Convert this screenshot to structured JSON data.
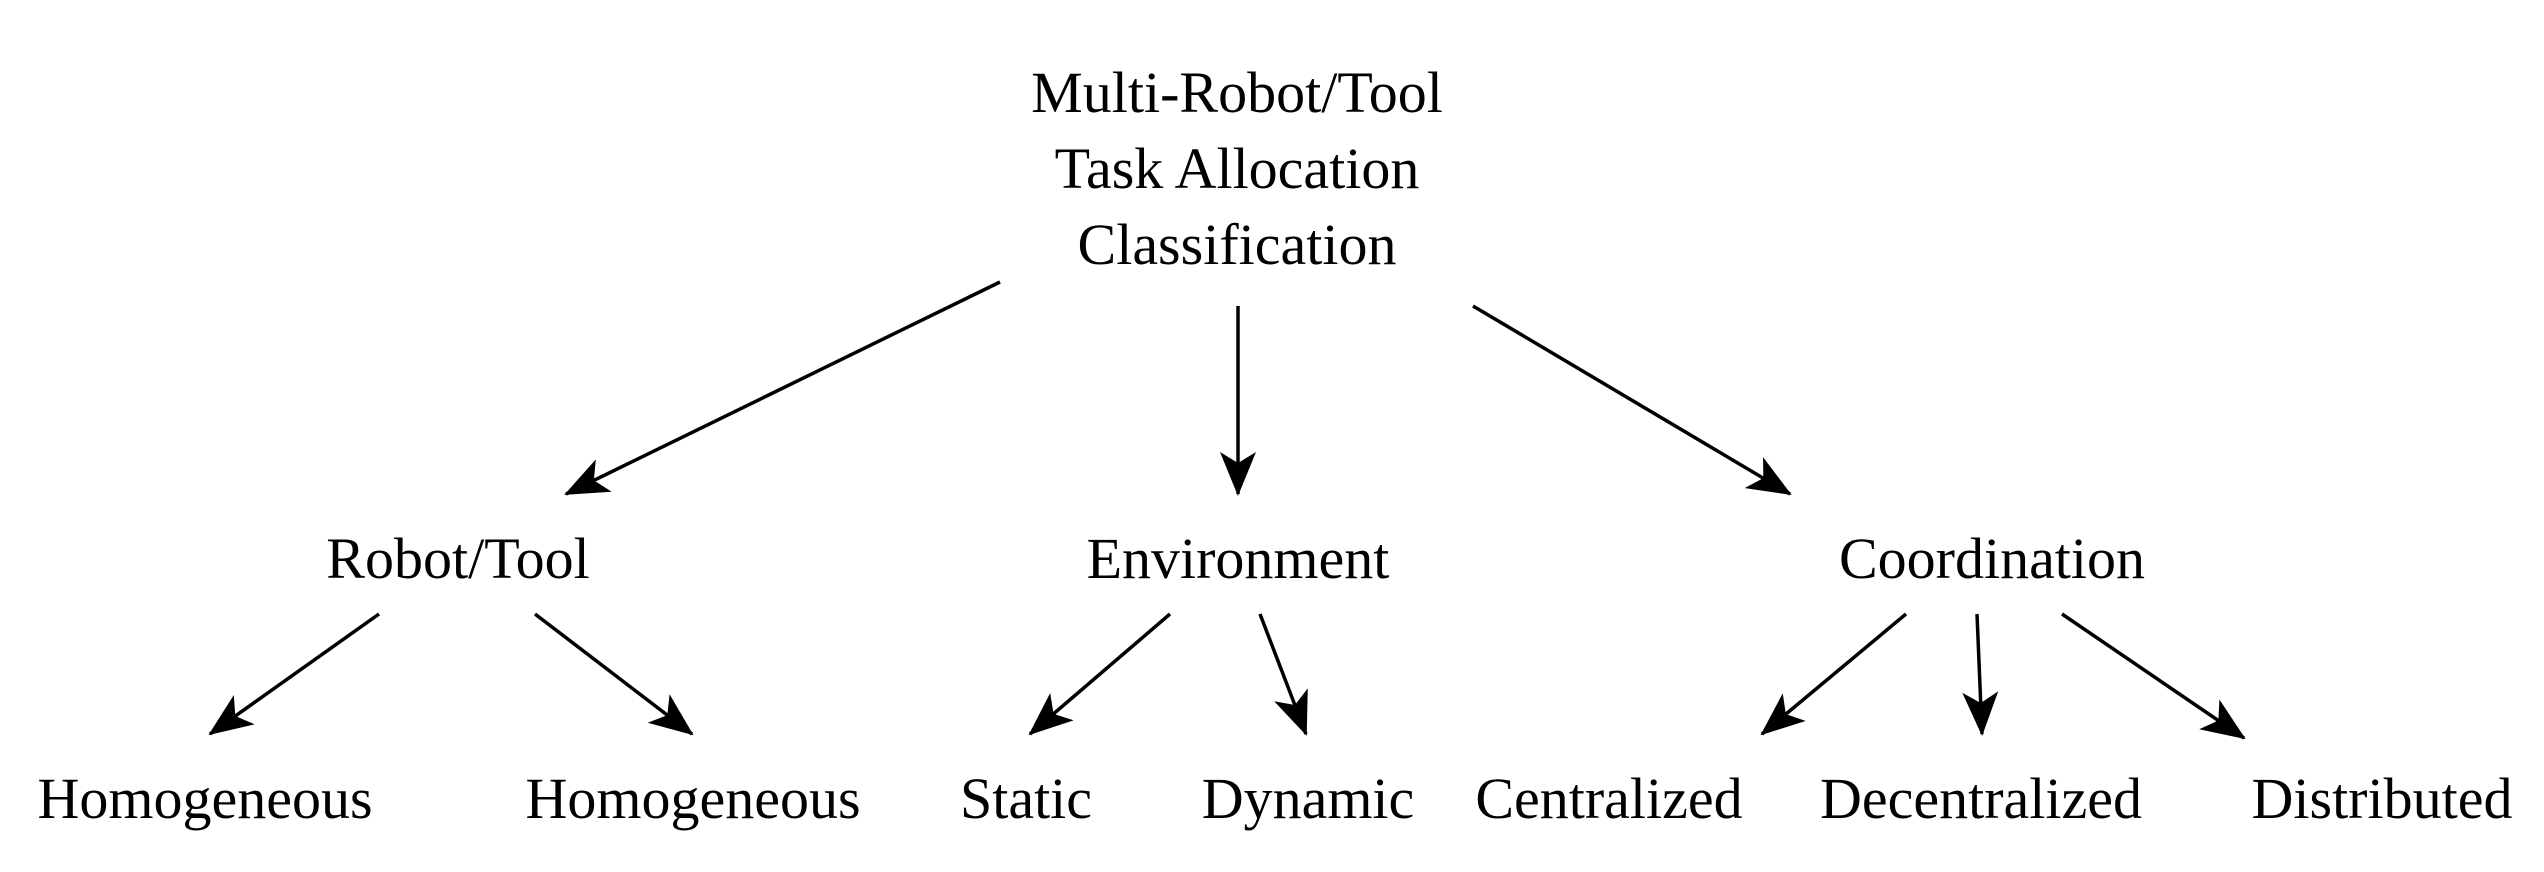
{
  "diagram": {
    "root": {
      "lines": [
        "Multi-Robot/Tool",
        "Task Allocation",
        "Classification"
      ]
    },
    "categories": [
      {
        "label": "Robot/Tool"
      },
      {
        "label": "Environment"
      },
      {
        "label": "Coordination"
      }
    ],
    "leaves": [
      {
        "label": "Homogeneous"
      },
      {
        "label": "Homogeneous"
      },
      {
        "label": "Static"
      },
      {
        "label": "Dynamic"
      },
      {
        "label": "Centralized"
      },
      {
        "label": "Decentralized"
      },
      {
        "label": "Distributed"
      }
    ],
    "colors": {
      "text": "#000000",
      "arrows": "#000000",
      "background": "#ffffff"
    }
  }
}
